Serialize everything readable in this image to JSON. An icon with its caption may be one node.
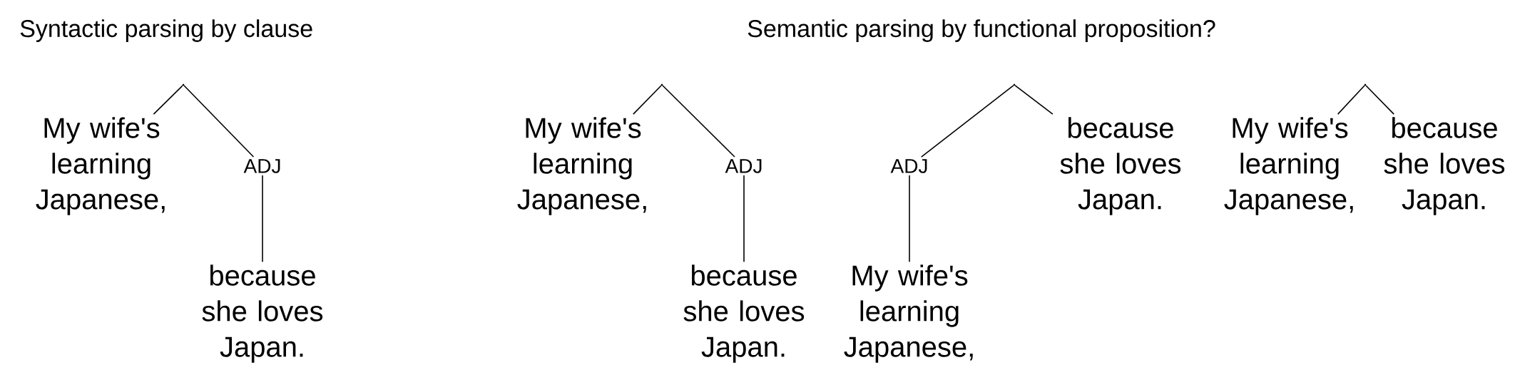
{
  "diagram": {
    "nodes": [
      {
        "text": [],
        "shape": "point"
      },
      {
        "text": [
          "My wife's learning Japanese,"
        ]
      },
      {
        "text": [
          "ADJ"
        ]
      },
      {
        "text": [
          "because she loves Japan."
        ]
      },
      {
        "text": [],
        "shape": "point"
      },
      {
        "text": [
          "My wife's learning Japanese,"
        ]
      },
      {
        "text": [
          "ADJ"
        ]
      },
      {
        "text": [
          "because she loves Japan."
        ]
      },
      {
        "text": [],
        "shape": "point"
      },
      {
        "text": [
          "ADJ"
        ]
      },
      {
        "text": [
          "because she loves Japan."
        ]
      },
      {
        "text": [
          "My wife's learning Japanese,"
        ]
      },
      {
        "text": [],
        "shape": "point"
      },
      {
        "text": [
          "My wife's learning Japanese,"
        ]
      },
      {
        "text": [
          "because she loves Japan."
        ]
      }
    ],
    "edges": [
      {
        "from": 0,
        "to": 1,
        "arrow": "none"
      },
      {
        "from": 0,
        "to": 2,
        "arrow": "none"
      },
      {
        "from": 2,
        "to": 3,
        "arrow": "none"
      },
      {
        "from": 4,
        "to": 5,
        "arrow": "none"
      },
      {
        "from": 4,
        "to": 6,
        "arrow": "none"
      },
      {
        "from": 6,
        "to": 7,
        "arrow": "none"
      },
      {
        "from": 8,
        "to": 9,
        "arrow": "none"
      },
      {
        "from": 8,
        "to": 10,
        "arrow": "none"
      },
      {
        "from": 9,
        "to": 11,
        "arrow": "none"
      },
      {
        "from": 12,
        "to": 13,
        "arrow": "none"
      },
      {
        "from": 12,
        "to": 14,
        "arrow": "none"
      }
    ],
    "labels": [
      "Syntactic parsing by clause",
      "Semantic parsing by functional proposition?"
    ]
  }
}
